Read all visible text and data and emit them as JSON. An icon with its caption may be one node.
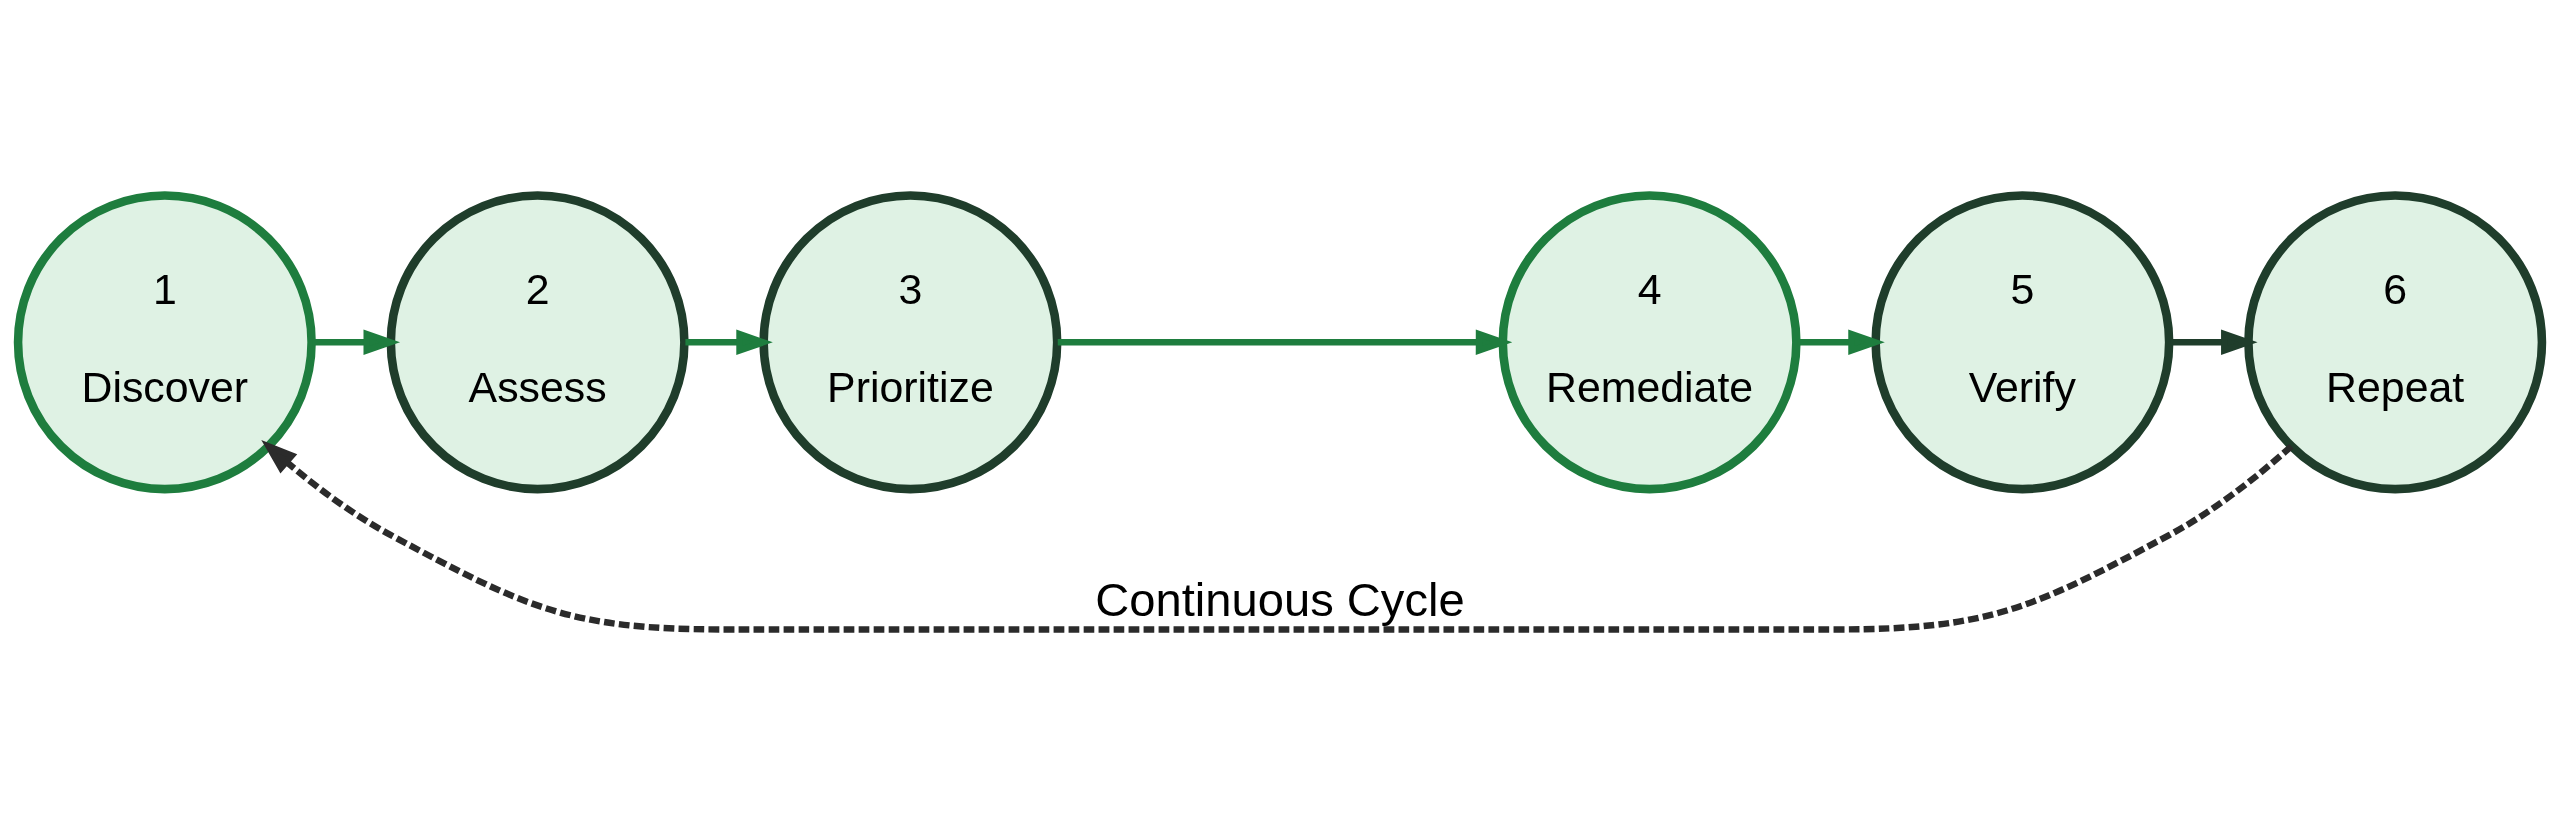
{
  "diagram": {
    "nodes": [
      {
        "text": [
          "1",
          "Discover"
        ]
      },
      {
        "text": [
          "2",
          "Assess"
        ]
      },
      {
        "text": [
          "3",
          "Prioritize"
        ]
      },
      {
        "text": [
          "4",
          "Remediate"
        ]
      },
      {
        "text": [
          "5",
          "Verify"
        ]
      },
      {
        "text": [
          "6",
          "Repeat"
        ]
      }
    ],
    "edges": [
      {
        "from": 0,
        "to": 1,
        "arrow": "to"
      },
      {
        "from": 1,
        "to": 2,
        "arrow": "to"
      },
      {
        "from": 2,
        "to": 3,
        "arrow": "to"
      },
      {
        "from": 3,
        "to": 4,
        "arrow": "to"
      },
      {
        "from": 4,
        "to": 5,
        "arrow": "to",
        "color": "#1f3d2b"
      },
      {
        "from": 5,
        "to": 0,
        "arrow": "to",
        "style": "dashed",
        "color": "#2b2b2b",
        "label": "Continuous Cycle"
      }
    ]
  }
}
